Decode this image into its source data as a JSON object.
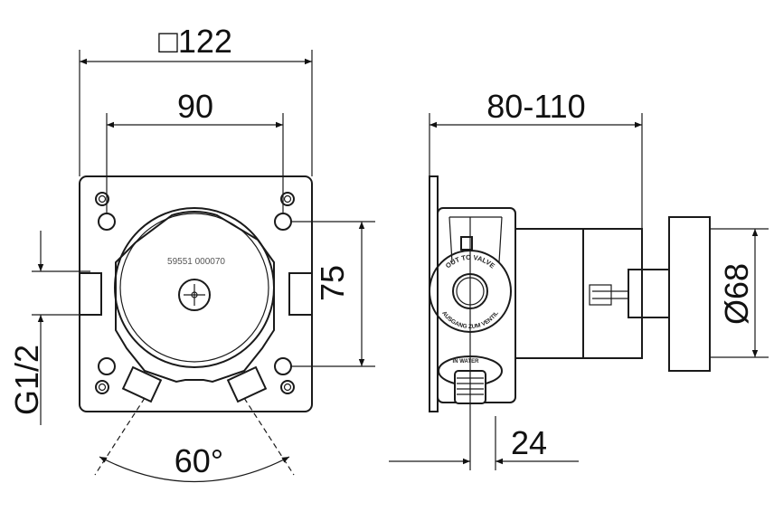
{
  "dimensions": {
    "width_square": "□122",
    "hole_spacing": "90",
    "hole_vertical": "75",
    "thread": "G1/2",
    "angle": "60°",
    "depth": "80-110",
    "diameter": "Ø68",
    "offset": "24"
  },
  "labels": {
    "part_number": "59551 000070",
    "outlet_top": "OUT TO VALVE",
    "outlet_bottom": "AUSGANG ZUM VENTIL",
    "inlet": "IN WATER"
  }
}
